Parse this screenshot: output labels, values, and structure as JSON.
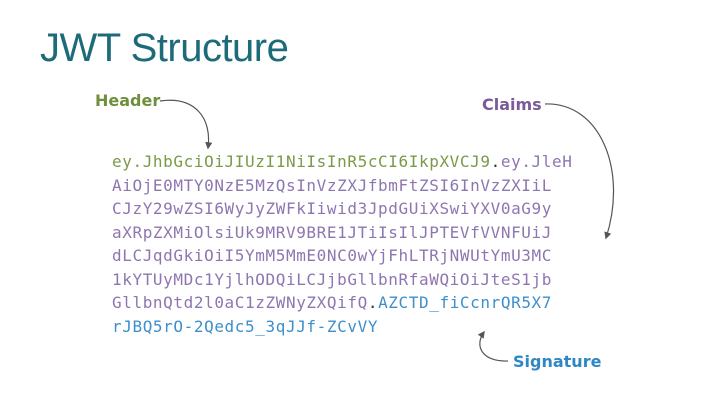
{
  "title": "JWT Structure",
  "labels": {
    "header": "Header",
    "claims": "Claims",
    "signature": "Signature"
  },
  "token": {
    "lines": [
      [
        {
          "part": "header",
          "text": "ey.JhbGciOiJIUzI1NiIsInR5cCI6IkpXVCJ9"
        },
        {
          "part": "dot",
          "text": "."
        },
        {
          "part": "claims",
          "text": "ey.JleH"
        }
      ],
      [
        {
          "part": "claims",
          "text": "AiOjE0MTY0NzE5MzQsInVzZXJfbmFtZSI6InVzZXIiL"
        }
      ],
      [
        {
          "part": "claims",
          "text": "CJzY29wZSI6WyJyZWFkIiwid3JpdGUiXSwiYXV0aG9y"
        }
      ],
      [
        {
          "part": "claims",
          "text": "aXRpZXMiOlsiUk9MRV9BRE1JTiIsIlJPTEVfVVNFUiJ"
        }
      ],
      [
        {
          "part": "claims",
          "text": "dLCJqdGkiOiI5YmM5MmE0NC0wYjFhLTRjNWUtYmU3MC"
        }
      ],
      [
        {
          "part": "claims",
          "text": "1kYTUyMDc1YjlhODQiLCJjbGllbnRfaWQiOiJteS1jb"
        }
      ],
      [
        {
          "part": "claims",
          "text": "GllbnQtd2l0aC1zZWNyZXQifQ"
        },
        {
          "part": "dot",
          "text": "."
        },
        {
          "part": "signature",
          "text": "AZCTD_fiCcnrQR5X7"
        }
      ],
      [
        {
          "part": "signature",
          "text": "rJBQ5rO-2Qedc5_3qJJf-ZCvVY"
        }
      ]
    ]
  },
  "colors": {
    "title": "#1d6b78",
    "header": "#6f8f3c",
    "claims": "#7a5a9a",
    "signature": "#2f87c4",
    "arrow": "#555555"
  },
  "icons": {
    "header_arrow": "curved-arrow-down-icon",
    "claims_arrow": "curved-arrow-down-icon",
    "signature_arrow": "curved-arrow-up-icon"
  }
}
